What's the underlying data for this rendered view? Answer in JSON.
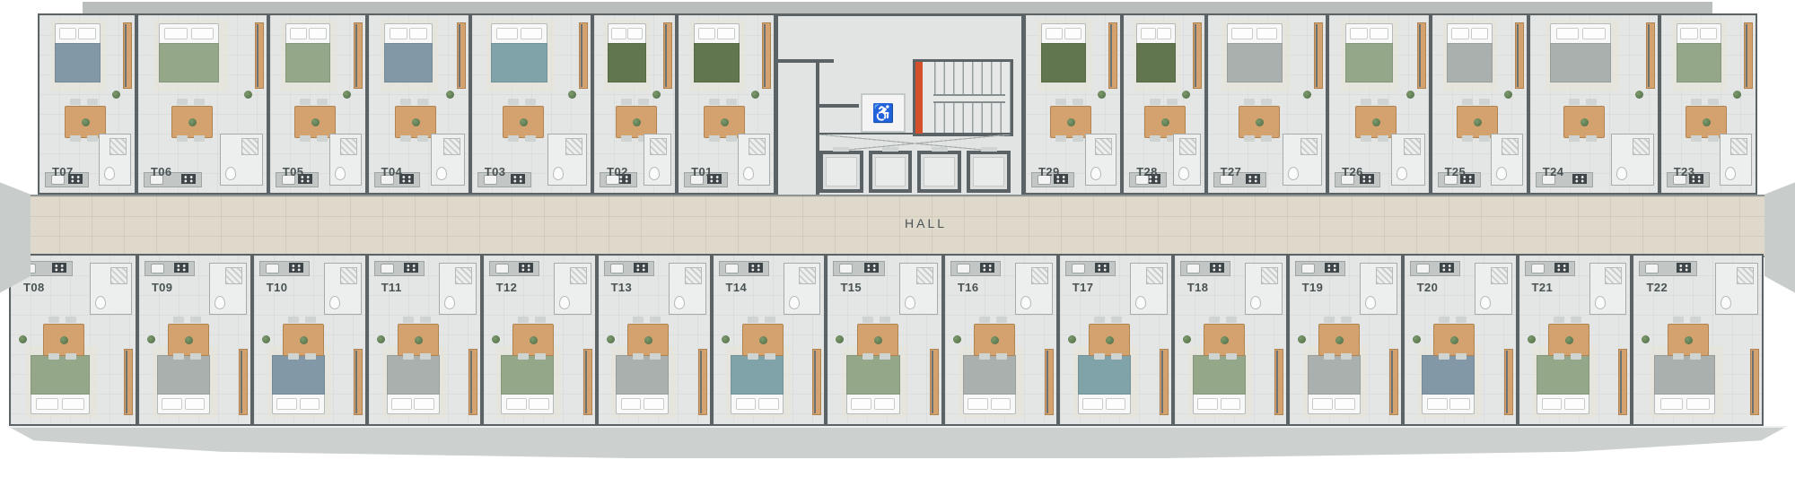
{
  "hall": {
    "label": "HALL"
  },
  "core": {
    "accessibility_glyph": "♿",
    "accessibility_icon": "wheelchair-icon",
    "elevator_count": 4,
    "stairs_label": ""
  },
  "rows": {
    "top_left": [
      {
        "id": "T07",
        "w": 1.0,
        "accent": "blue"
      },
      {
        "id": "T06",
        "w": 1.35,
        "accent": "sage"
      },
      {
        "id": "T05",
        "w": 1.0,
        "accent": "sage"
      },
      {
        "id": "T04",
        "w": 1.05,
        "accent": "blue"
      },
      {
        "id": "T03",
        "w": 1.25,
        "accent": "teal"
      },
      {
        "id": "T02",
        "w": 0.85,
        "accent": "darkgreen"
      },
      {
        "id": "T01",
        "w": 1.0,
        "accent": "darkgreen"
      }
    ],
    "top_right": [
      {
        "id": "T29",
        "w": 1.0,
        "accent": "darkgreen"
      },
      {
        "id": "T28",
        "w": 0.85,
        "accent": "darkgreen"
      },
      {
        "id": "T27",
        "w": 1.25,
        "accent": "gray"
      },
      {
        "id": "T26",
        "w": 1.05,
        "accent": "sage"
      },
      {
        "id": "T25",
        "w": 1.0,
        "accent": "gray"
      },
      {
        "id": "T24",
        "w": 1.35,
        "accent": "gray"
      },
      {
        "id": "T23",
        "w": 1.0,
        "accent": "sage"
      }
    ],
    "bottom": [
      {
        "id": "T08",
        "w": 1.12,
        "accent": "sage"
      },
      {
        "id": "T09",
        "w": 1.0,
        "accent": "gray"
      },
      {
        "id": "T10",
        "w": 1.0,
        "accent": "blue"
      },
      {
        "id": "T11",
        "w": 1.0,
        "accent": "gray"
      },
      {
        "id": "T12",
        "w": 1.0,
        "accent": "sage"
      },
      {
        "id": "T13",
        "w": 1.0,
        "accent": "gray"
      },
      {
        "id": "T14",
        "w": 1.0,
        "accent": "teal"
      },
      {
        "id": "T15",
        "w": 1.02,
        "accent": "sage"
      },
      {
        "id": "T16",
        "w": 1.0,
        "accent": "gray"
      },
      {
        "id": "T17",
        "w": 1.0,
        "accent": "teal"
      },
      {
        "id": "T18",
        "w": 1.0,
        "accent": "sage"
      },
      {
        "id": "T19",
        "w": 1.0,
        "accent": "gray"
      },
      {
        "id": "T20",
        "w": 1.0,
        "accent": "blue"
      },
      {
        "id": "T21",
        "w": 1.0,
        "accent": "sage"
      },
      {
        "id": "T22",
        "w": 1.15,
        "accent": "gray"
      }
    ]
  },
  "colors": {
    "wall": "#5c6366",
    "floor": "#e3e6e4",
    "corridor": "#ded9cb",
    "band": "#b9bebd",
    "slab": "#ccd1d0",
    "wood": "#d3a26e",
    "woodDark": "#b08350",
    "counter": "#c2c7c6",
    "chair": "#cfd4d2",
    "appliance": "#3e4548",
    "orange": "#d4502a",
    "accents": {
      "sage": "#94a889",
      "darkgreen": "#61764f",
      "gray": "#a9b0ae",
      "blue": "#8398a6",
      "teal": "#7fa3a9"
    }
  }
}
